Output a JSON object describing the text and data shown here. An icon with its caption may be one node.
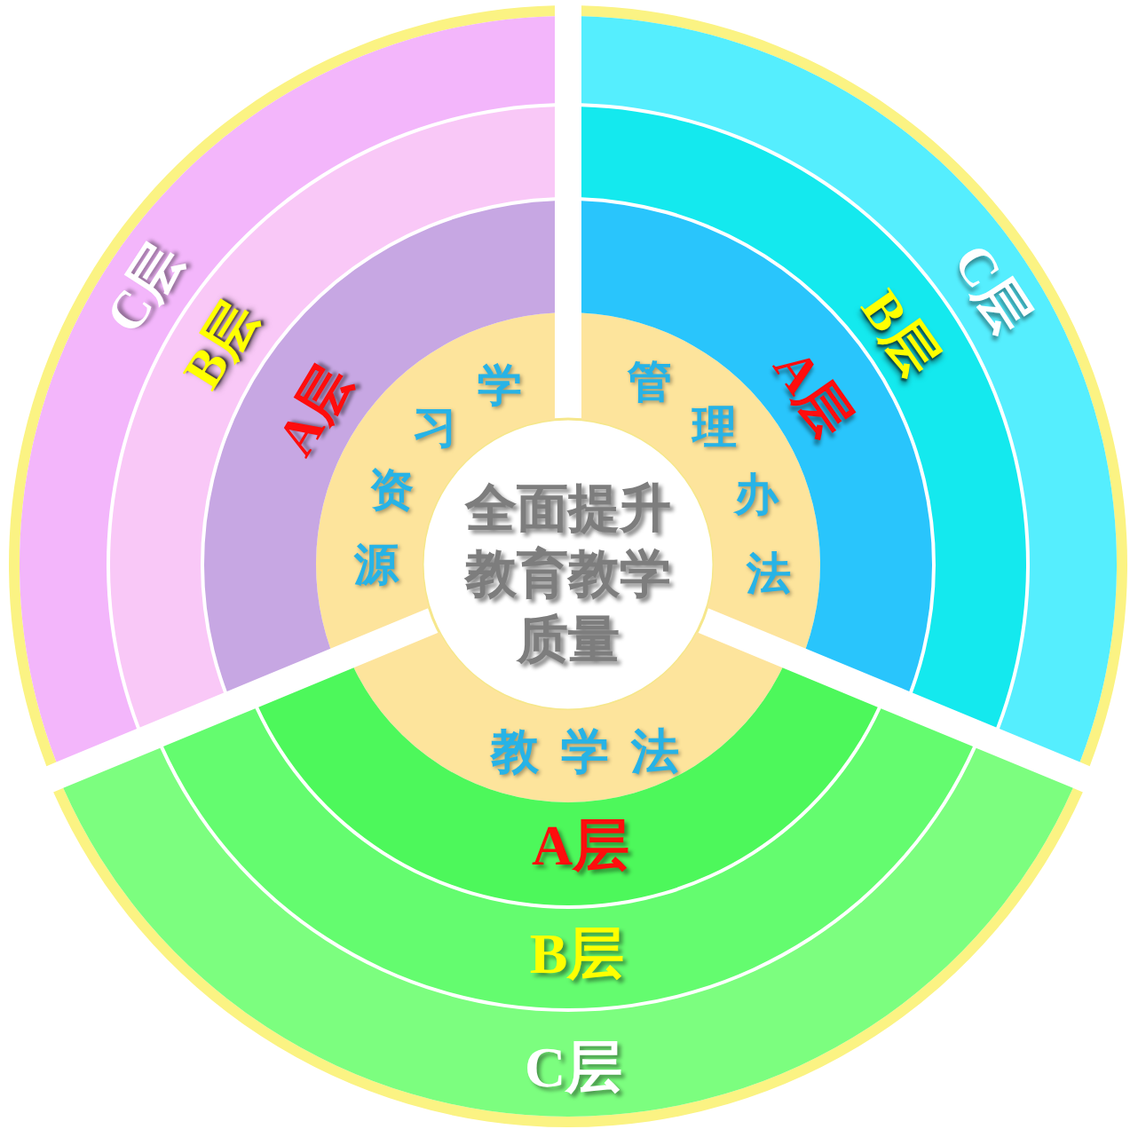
{
  "diagram": {
    "nodes": [
      {
        "text": [
          "全面提升教育教学质量"
        ]
      },
      {
        "text": [
          "学习资源"
        ]
      },
      {
        "text": [
          "管理办法"
        ]
      },
      {
        "text": [
          "教学法"
        ]
      },
      {
        "text": [
          "A层"
        ]
      },
      {
        "text": [
          "B层"
        ]
      },
      {
        "text": [
          "C层"
        ]
      },
      {
        "text": [
          "A层"
        ]
      },
      {
        "text": [
          "B层"
        ]
      },
      {
        "text": [
          "C层"
        ]
      },
      {
        "text": [
          "A层"
        ]
      },
      {
        "text": [
          "B层"
        ]
      },
      {
        "text": [
          "C层"
        ]
      }
    ]
  }
}
